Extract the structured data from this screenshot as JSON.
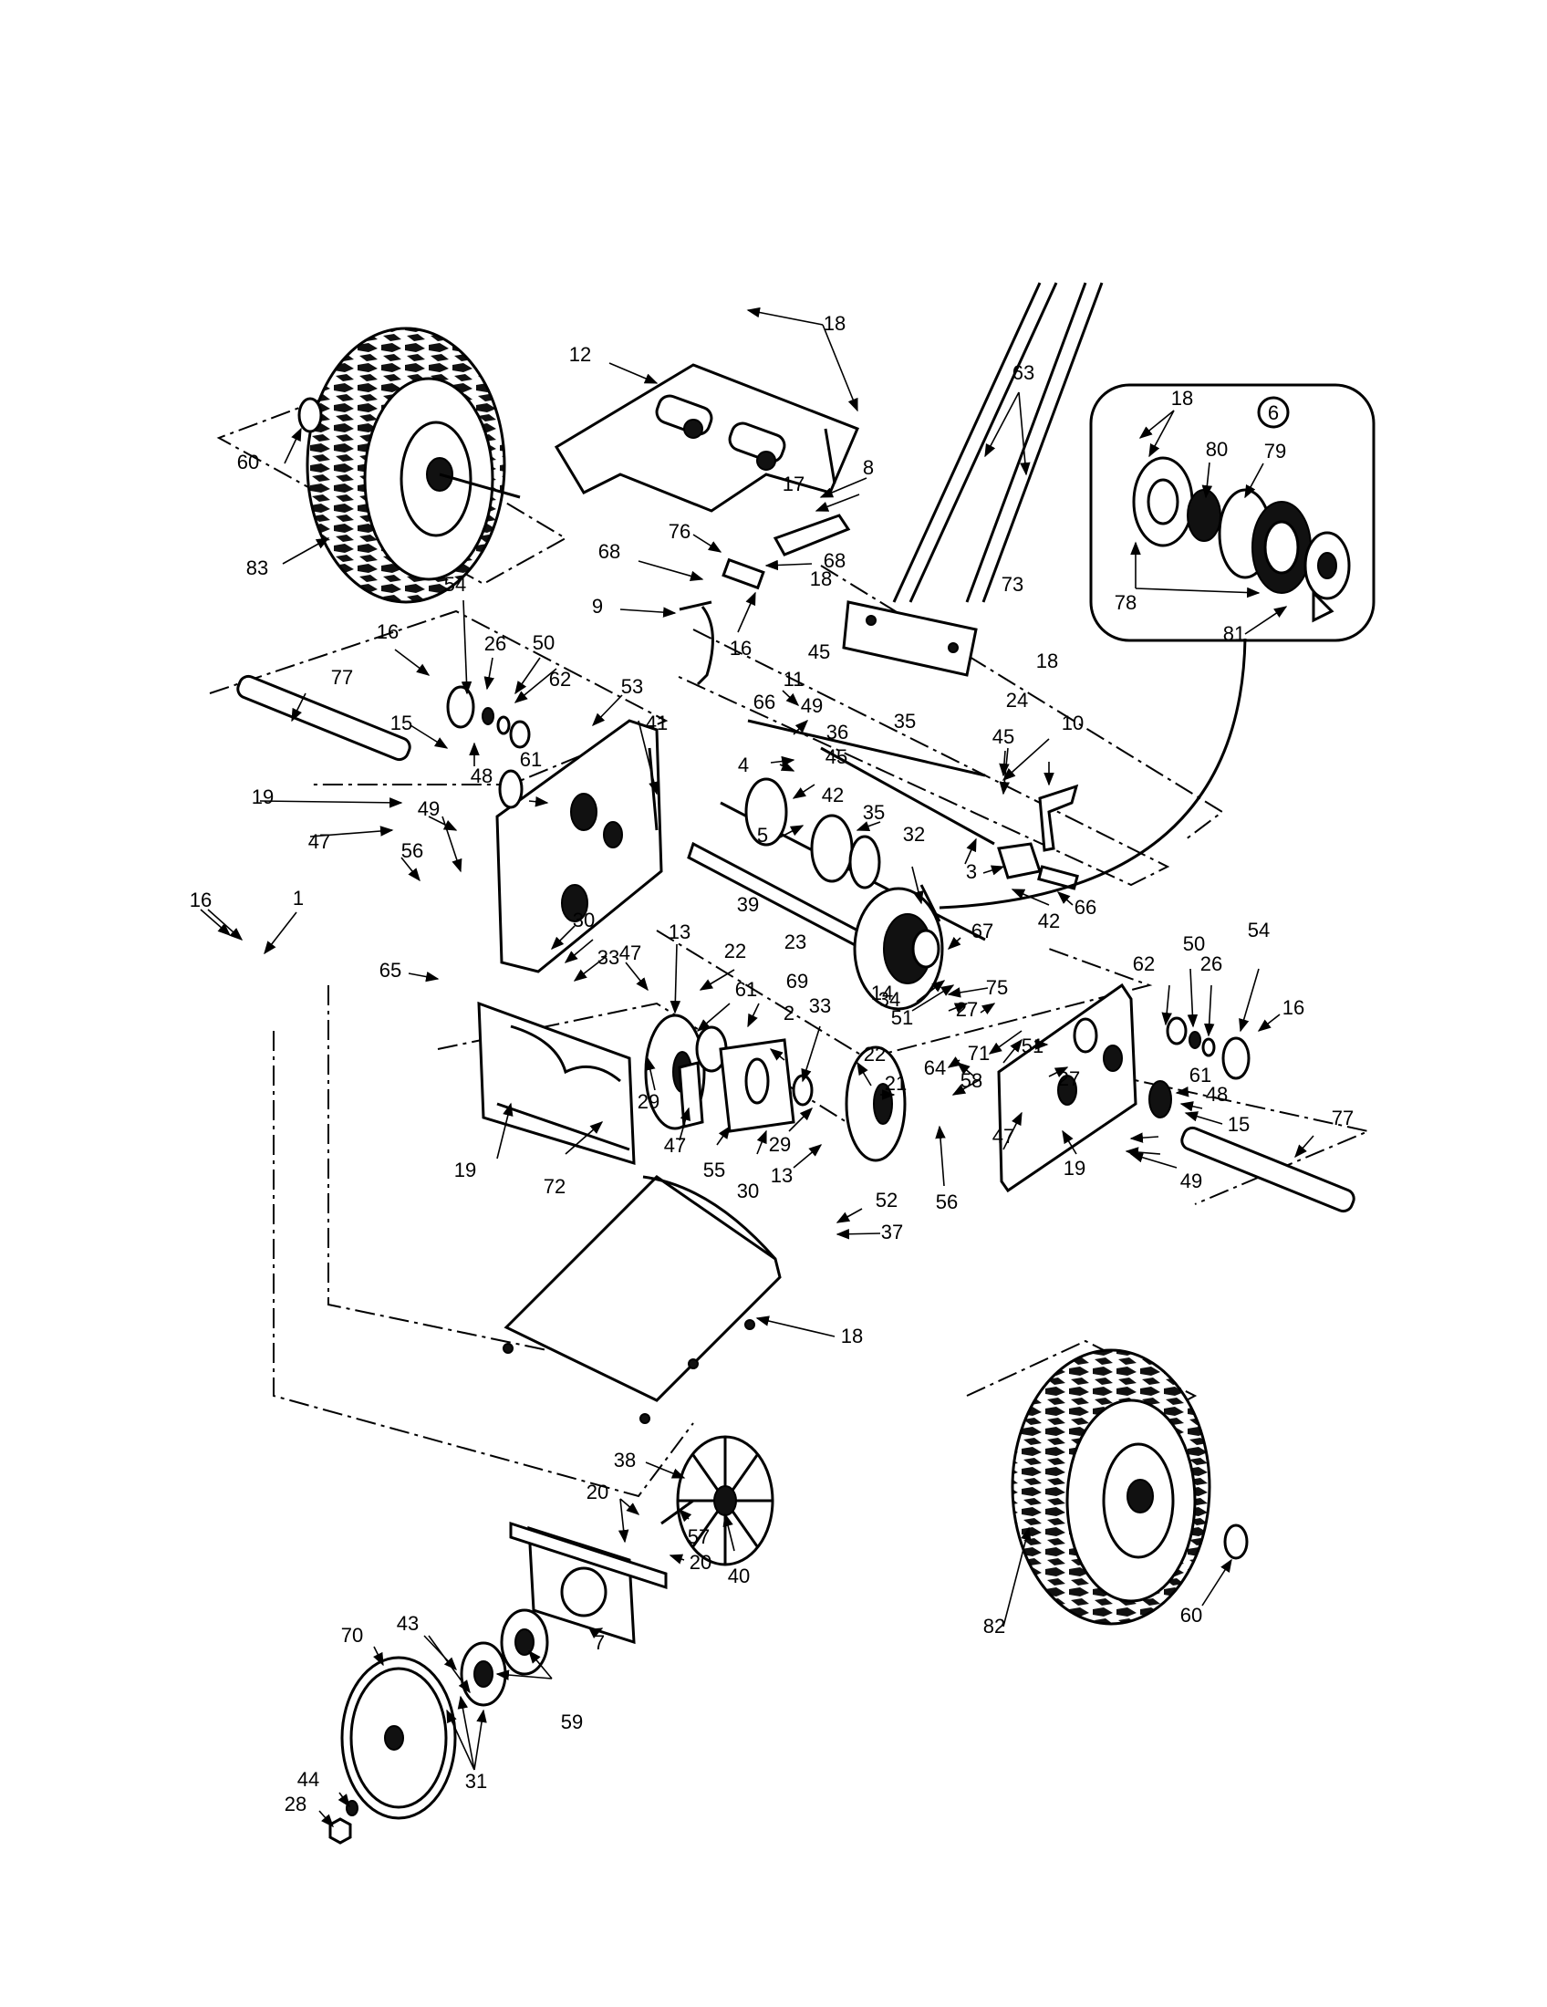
{
  "inset": {
    "id": "6"
  },
  "callouts": [
    "60",
    "83",
    "12",
    "18",
    "63",
    "8",
    "17",
    "76",
    "68",
    "68",
    "9",
    "16",
    "16",
    "26",
    "50",
    "62",
    "54",
    "77",
    "15",
    "48",
    "61",
    "53",
    "41",
    "19",
    "47",
    "49",
    "56",
    "16",
    "1",
    "65",
    "11",
    "45",
    "66",
    "49",
    "36",
    "4",
    "45",
    "42",
    "5",
    "35",
    "18",
    "73",
    "18",
    "24",
    "35",
    "45",
    "10",
    "3",
    "32",
    "66",
    "39",
    "23",
    "42",
    "34",
    "67",
    "47",
    "30",
    "13",
    "33",
    "22",
    "61",
    "69",
    "2",
    "33",
    "22",
    "21",
    "14",
    "51",
    "27",
    "75",
    "71",
    "64",
    "58",
    "51",
    "27",
    "62",
    "50",
    "26",
    "54",
    "16",
    "61",
    "48",
    "15",
    "77",
    "19",
    "47",
    "19",
    "72",
    "29",
    "47",
    "55",
    "30",
    "29",
    "13",
    "56",
    "52",
    "37",
    "18",
    "49",
    "82",
    "60",
    "38",
    "20",
    "57",
    "20",
    "40",
    "7",
    "70",
    "43",
    "59",
    "44",
    "28",
    "31",
    "18",
    "80",
    "79",
    "78",
    "81"
  ]
}
